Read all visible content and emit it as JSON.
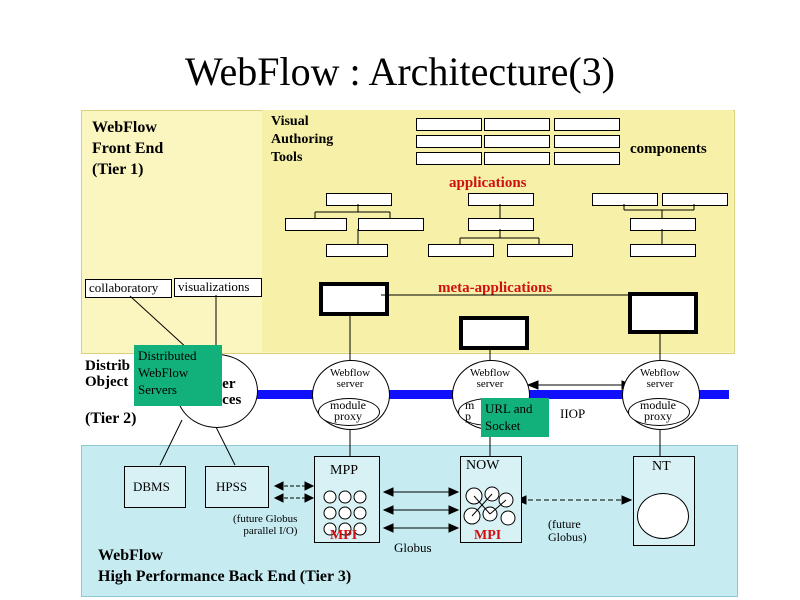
{
  "title": "WebFlow : Architecture(3)",
  "tier1": {
    "label_line1": "WebFlow",
    "label_line2": "Front End",
    "label_line3": "(Tier 1)",
    "visual_line1": "Visual",
    "visual_line2": "Authoring",
    "visual_line3": "Tools",
    "components": "components",
    "applications": "applications",
    "meta_applications": "meta-applications",
    "collaboratory": "collaboratory",
    "visualizations": "visualizations"
  },
  "tier2": {
    "distrib_partial": "Distrib",
    "object_partial": "Object",
    "tier2_label": "(Tier 2)",
    "ler_partial": "ler",
    "ices_partial": "ices",
    "distributed_servers": "Distributed\nWebFlow\nServers",
    "url_socket": "URL and\nSocket",
    "iiop": "IIOP",
    "webflow_server": "Webflow\nserver",
    "module_proxy": "module\nproxy",
    "m_partial": "m",
    "p_partial": "p"
  },
  "tier3": {
    "dbms": "DBMS",
    "hpss": "HPSS",
    "mpp": "MPP",
    "now": "NOW",
    "nt": "NT",
    "mpi_1": "MPI",
    "mpi_2": "MPI",
    "future_globus_parallel": "(future Globus\nparallel I/O)",
    "globus": "Globus",
    "future_globus": "(future\nGlobus)",
    "label_line1": "WebFlow",
    "label_line2": "High Performance Back End (Tier 3)"
  },
  "colors": {
    "tier1_bg": "#fbf6bf",
    "tier3_bg": "#c6ecf2",
    "bus": "#1010ff",
    "highlight_red": "#d01010",
    "callout_green": "#12b07a"
  }
}
